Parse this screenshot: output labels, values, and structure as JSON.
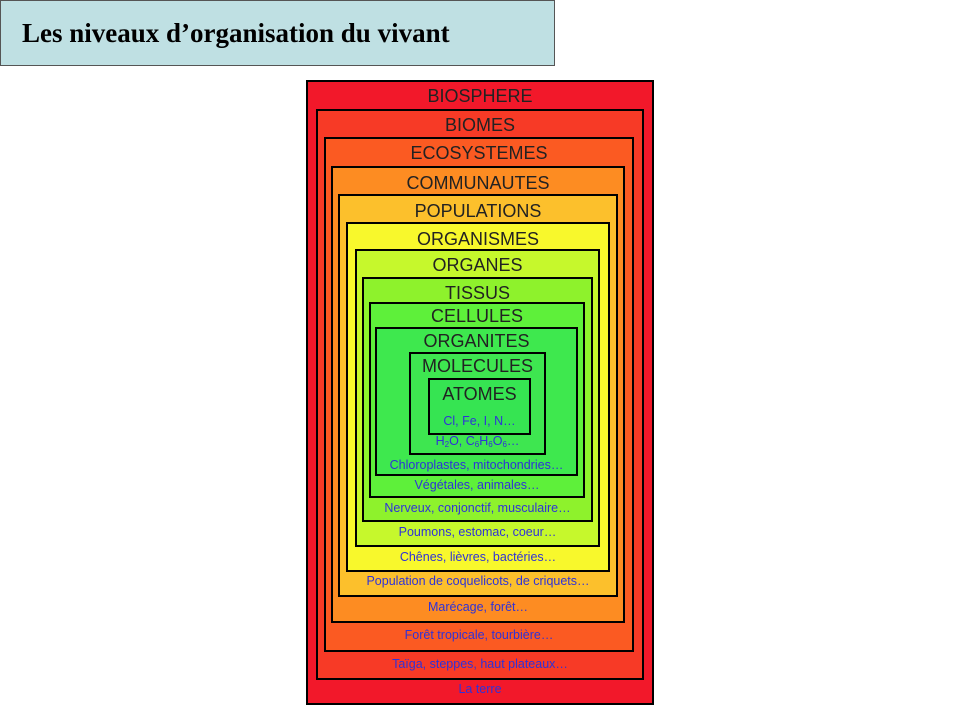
{
  "header": {
    "title": "Les niveaux d’organisation du vivant"
  },
  "levels": [
    {
      "id": "biosphere",
      "name": "BIOSPHERE",
      "example": "La terre",
      "color": "#f2182a"
    },
    {
      "id": "biomes",
      "name": "BIOMES",
      "example": "Taïga, steppes, haut plateaux…",
      "color": "#f73a26"
    },
    {
      "id": "ecosystemes",
      "name": "ECOSYSTEMES",
      "example": "Forêt tropicale, tourbière…",
      "color": "#fb5a22"
    },
    {
      "id": "communautes",
      "name": "COMMUNAUTES",
      "example": "Marécage, forêt…",
      "color": "#fd8c22"
    },
    {
      "id": "populations",
      "name": "POPULATIONS",
      "example": "Population de coquelicots, de criquets…",
      "color": "#fcc02c"
    },
    {
      "id": "organismes",
      "name": "ORGANISMES",
      "example": "Chênes, lièvres, bactéries…",
      "color": "#f8f82c"
    },
    {
      "id": "organes",
      "name": "ORGANES",
      "example": "Poumons, estomac, coeur…",
      "color": "#c6f82c"
    },
    {
      "id": "tissus",
      "name": "TISSUS",
      "example": "Nerveux, conjonctif, musculaire…",
      "color": "#8ef22c"
    },
    {
      "id": "cellules",
      "name": "CELLULES",
      "example": "Végétales, animales…",
      "color": "#5ef03a"
    },
    {
      "id": "organites",
      "name": "ORGANITES",
      "example": "Chloroplastes, mitochondries…",
      "color": "#3ee84e"
    },
    {
      "id": "molecules",
      "name": "MOLECULES",
      "example": "H2O, C6H6O6…",
      "color": "#3ee650"
    },
    {
      "id": "atomes",
      "name": "ATOMES",
      "example": "Cl, Fe, I, N…",
      "color": "#36e452"
    }
  ]
}
